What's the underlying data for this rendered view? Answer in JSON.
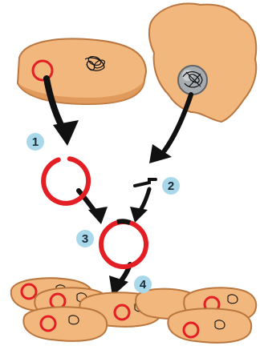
{
  "colors": {
    "cell_fill": "#f2b77c",
    "cell_stroke": "#b9763e",
    "cell_shade": "#d98f4e",
    "plasmid": "#e31e24",
    "arrow": "#111111",
    "badge_fill": "#a9d8ea",
    "badge_text": "#1c2a3a",
    "nucleus": "#9aa0a6"
  },
  "steps": [
    {
      "label": "1"
    },
    {
      "label": "2"
    },
    {
      "label": "3"
    },
    {
      "label": "4"
    }
  ],
  "icons": [
    "bacterium-icon",
    "animal-cell-icon",
    "plasmid-icon",
    "dna-fragment-icon",
    "recombinant-plasmid-icon",
    "arrow-icon"
  ]
}
